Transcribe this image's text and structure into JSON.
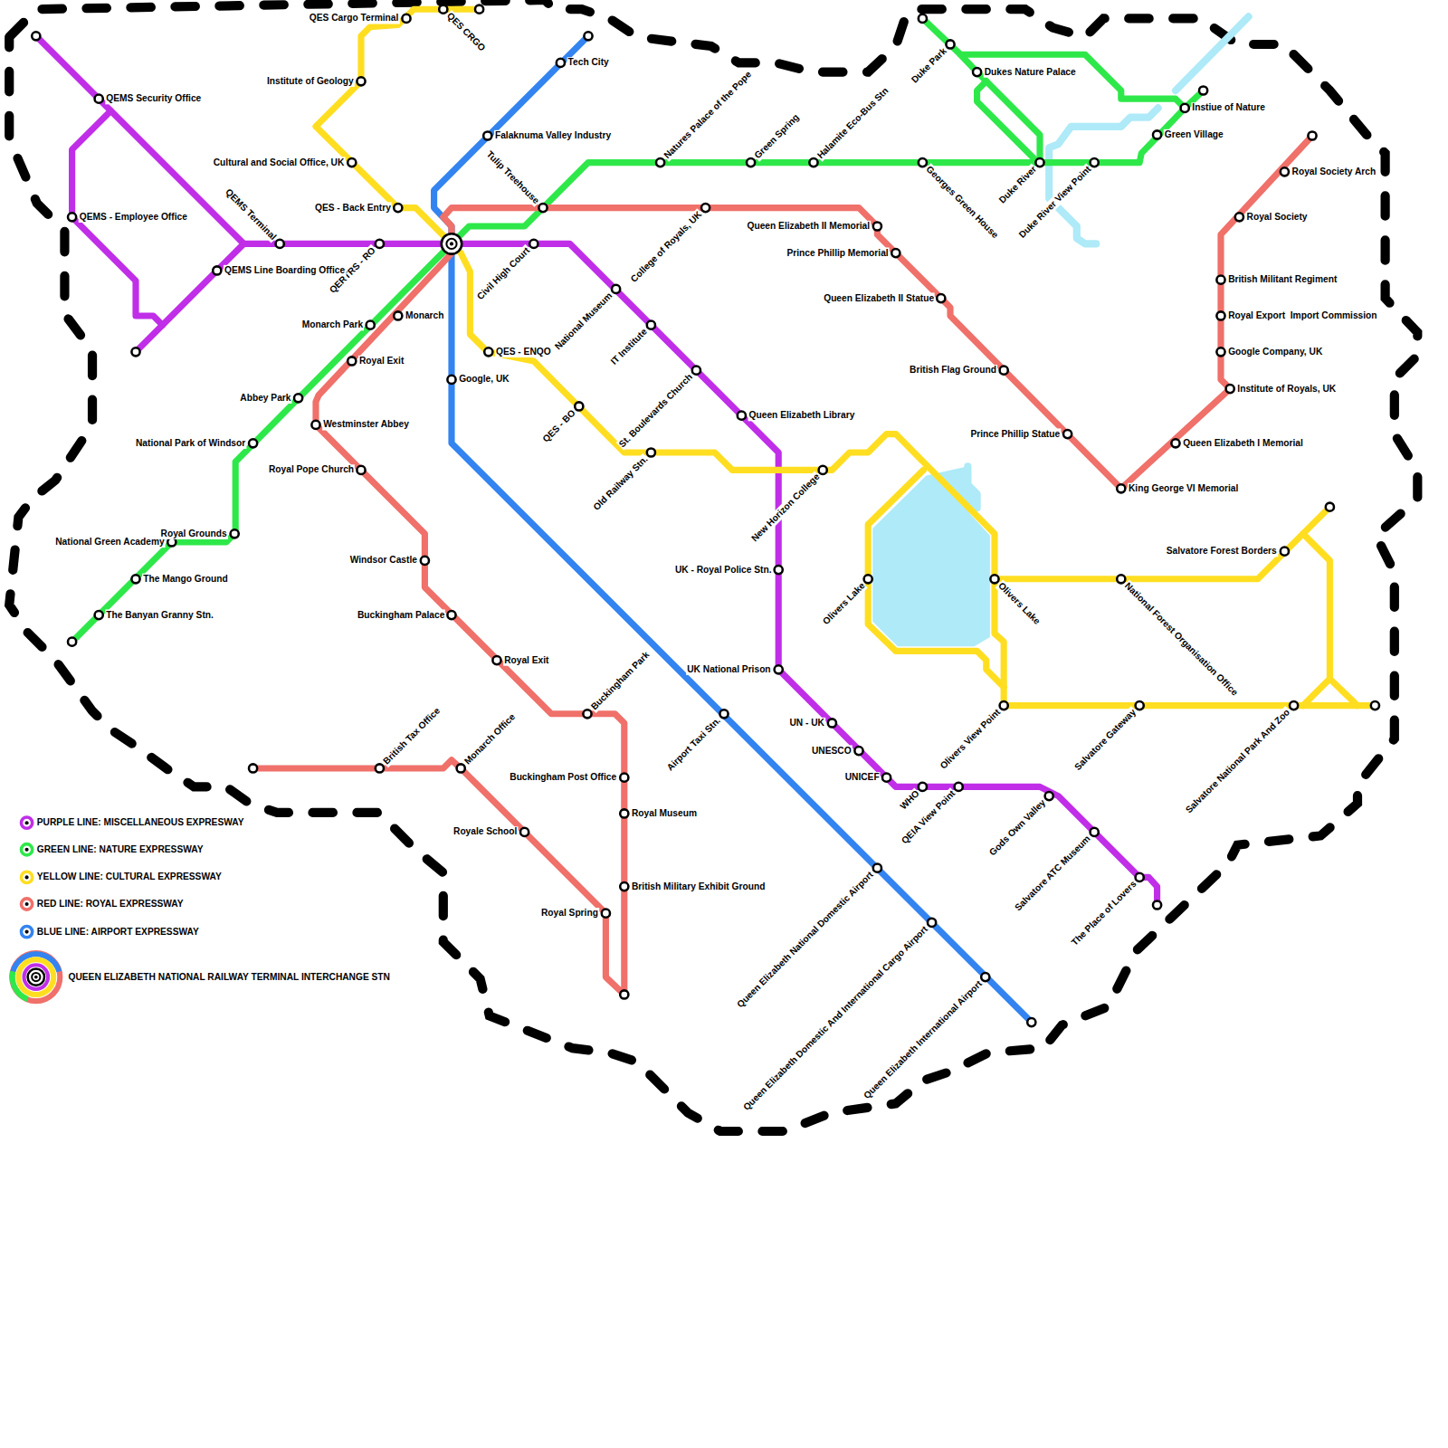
{
  "diagram": {
    "labels": [
      "QES Cargo Terminal",
      "QES CRGO",
      "Tech City",
      "Institute of Geology",
      "QEMS Security Office",
      "Falaknuma Valley Industry",
      "Cultural and Social Office, UK",
      "Tulip Treehouse",
      "QES - Back Entry",
      "QEMS - Employee Office",
      "QEMS Terminal",
      "QERTRS - RO",
      "Civil High Court",
      "QEMS Line Boarding Office",
      "Monarch Park",
      "Monarch",
      "Royal Exit",
      "QES - ENQO",
      "Google, UK",
      "Abbey Park",
      "Westminster Abbey",
      "National Park of Windsor",
      "QES - BO",
      "Royal Pope Church",
      "Royal Grounds",
      "National Green Academy",
      "The Mango Ground",
      "Windsor Castle",
      "Buckingham Palace",
      "The Banyan Granny Stn.",
      "Royal Exit",
      "National Museum",
      "College of Royals, UK",
      "Natures Palace of the Pope",
      "Green Spring",
      "Halamite Eco-Bus Stn",
      "IT Institute",
      "St. Boulevards Church",
      "Queen Elizabeth Library",
      "Old Railway Stn.",
      "New Horizon College",
      "UK - Royal Police Stn.",
      "UK National Prison",
      "Buckingham Park",
      "Airport Taxi Stn.",
      "UN - UK",
      "UNESCO",
      "UNICEF",
      "British Tax Office",
      "Monarch Office",
      "Buckingham Post Office",
      "Royal Museum",
      "Royale School",
      "British Military Exhibit Ground",
      "Royal Spring",
      "Queen Elizabeth National Domestic Airport",
      "Queen Elizabeth Domestic And International Cargo Airport",
      "Queen Elizabeth International Airport",
      "Duke Park",
      "Dukes Nature Palace",
      "Instiue of Nature",
      "Green Village",
      "Georges Green House",
      "Duke River",
      "Duke River View Point",
      "Queen Elizabeth II Memorial",
      "Prince Phillip Memorial",
      "Queen Elizabeth II Statue",
      "British Flag Ground",
      "Prince Phillip Statue",
      "King George VI Memorial",
      "Royal Society Arch",
      "Royal Society",
      "British Militant Regiment",
      "Royal Export  Import Commission",
      "Google Company, UK",
      "Institute of Royals, UK",
      "Queen Elizabeth I Memorial",
      "Olivers Lake",
      "Olivers Lake",
      "National Forest Organisation Office",
      "Salvatore Forest Borders",
      "Olivers View Point",
      "Salvatore Gateway",
      "Salvatore National Park And Zoo",
      "WHO",
      "QEIA View Point",
      "Gods Own Valley",
      "Salvatore ATC Museum",
      "The Place of Lovers"
    ],
    "legend": [
      {
        "text": "PURPLE LINE: MISCELLANEOUS EXPRESWAY",
        "color": "#c02ee8"
      },
      {
        "text": "GREEN LINE: NATURE EXPRESSWAY",
        "color": "#2ee84a"
      },
      {
        "text": "YELLOW LINE: CULTURAL EXPRESSWAY",
        "color": "#ffde21"
      },
      {
        "text": "RED LINE: ROYAL EXPRESSWAY",
        "color": "#f0706a"
      },
      {
        "text": "BLUE LINE: AIRPORT EXPRESSWAY",
        "color": "#3384f0"
      },
      {
        "text": "QUEEN ELIZABETH NATIONAL RAILWAY TERMINAL INTERCHANGE STN"
      }
    ]
  }
}
